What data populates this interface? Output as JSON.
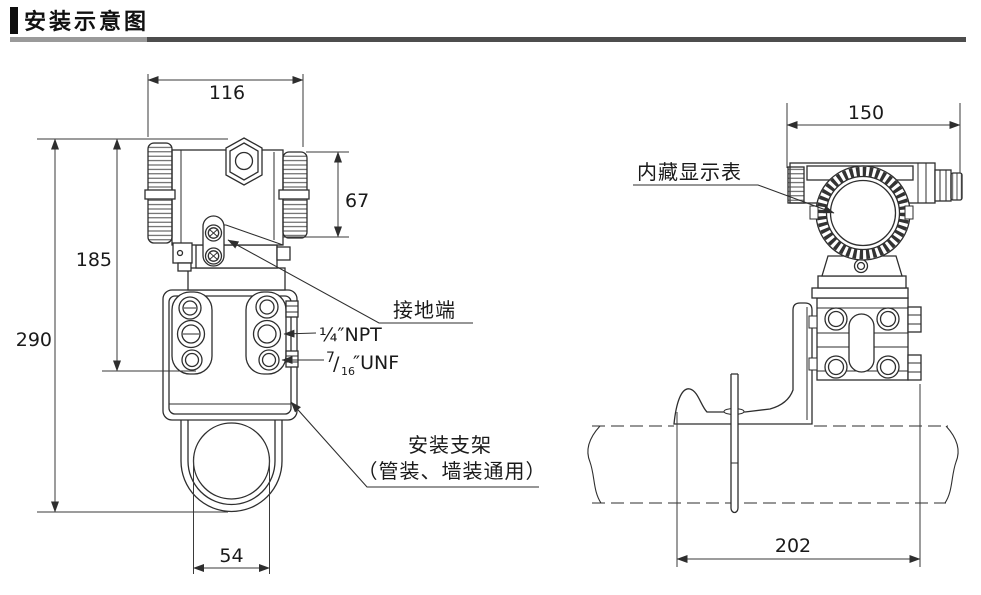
{
  "header": {
    "title": "安装示意图",
    "accent_color": "#0d0d0d",
    "rule_left_color": "#9a9a9a",
    "rule_right_color": "#4d4d4d"
  },
  "front_view": {
    "dim_width": "116",
    "dim_height_partial": "67",
    "dim_height_body": "185",
    "dim_height_total": "290",
    "dim_clamp_width": "54",
    "label_ground_terminal": "接地端",
    "label_npt_port": "¼″NPT",
    "label_unf_numerator": "7",
    "label_unf_slash": "/",
    "label_unf_denominator": "16",
    "label_unf_suffix": "″UNF",
    "label_bracket_line1": "安装支架",
    "label_bracket_line2": "（管装、墙装通用）"
  },
  "side_view": {
    "dim_width": "150",
    "dim_span": "202",
    "label_display": "内藏显示表"
  }
}
